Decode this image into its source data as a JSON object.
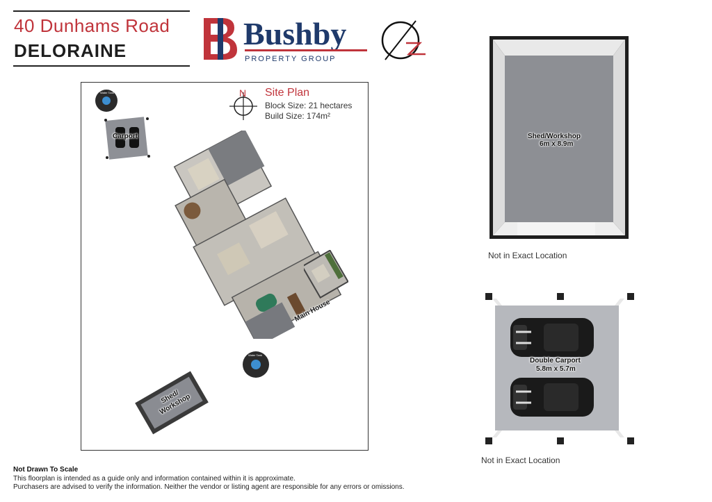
{
  "header": {
    "address_line1": "40 Dunhams Road",
    "address_line2": "DELORAINE"
  },
  "brand": {
    "name": "Bushby",
    "subtitle": "PROPERTY GROUP",
    "primary_color": "#1f3a6b",
    "accent_color": "#c0343b"
  },
  "site_plan": {
    "title": "Site Plan",
    "block_size": "Block Size: 21 hectares",
    "build_size": "Build Size: 174m²",
    "compass_label": "N",
    "labels": {
      "carport": "Carport",
      "main_house": "Main House",
      "shed_line1": "Shed/",
      "shed_line2": "Workshop",
      "water_tank": "Water Tank"
    }
  },
  "shed_detail": {
    "name": "Shed/Workshop",
    "size": "6m x 8.9m",
    "note": "Not in Exact Location"
  },
  "carport_detail": {
    "name": "Double Carport",
    "size": "5.8m x 5.7m",
    "note": "Not in Exact Location"
  },
  "footer": {
    "title": "Not Drawn To Scale",
    "line1": "This floorplan is intended as a guide only and information contained within it is approximate.",
    "line2": "Purchasers are advised to verify the information. Neither the vendor or listing agent are responsible for any errors or omissions."
  }
}
